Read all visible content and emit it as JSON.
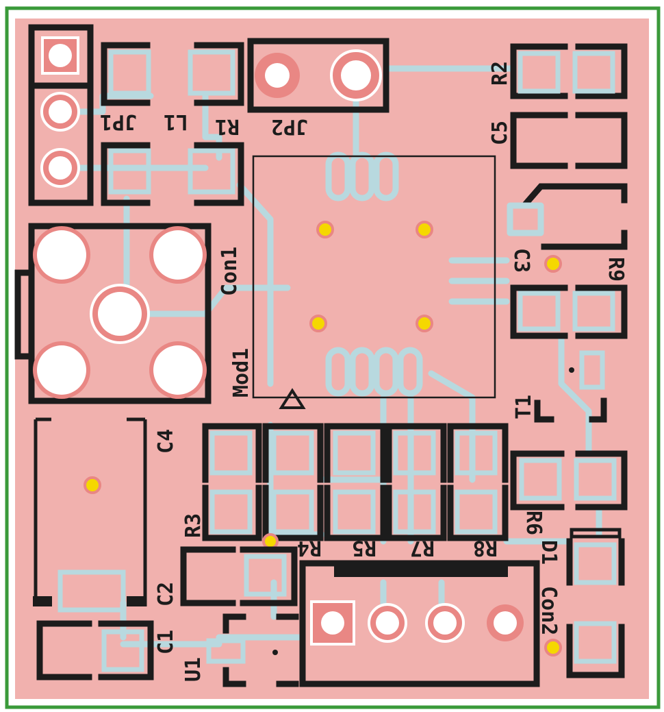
{
  "title": "PCB layout",
  "colors": {
    "outline": "#3a9a3a",
    "board": "#f1b1ae",
    "copper_pad": "#e98784",
    "trace": "#b8d9df",
    "silkscreen": "#1c1c1c",
    "via": "#f5d800"
  },
  "labels": {
    "jp1": "JP1",
    "l1": "L1",
    "r1": "R1",
    "jp2": "JP2",
    "r2": "R2",
    "c5": "C5",
    "c3": "C3",
    "r9": "R9",
    "con1": "Con1",
    "mod1": "Mod1",
    "t1": "T1",
    "c4": "C4",
    "r3": "R3",
    "r4": "R4",
    "r5": "R5",
    "r7": "R7",
    "r8": "R8",
    "r6": "R6",
    "d1": "D1",
    "con2": "Con2",
    "c2": "C2",
    "c1": "C1",
    "u1": "U1"
  }
}
